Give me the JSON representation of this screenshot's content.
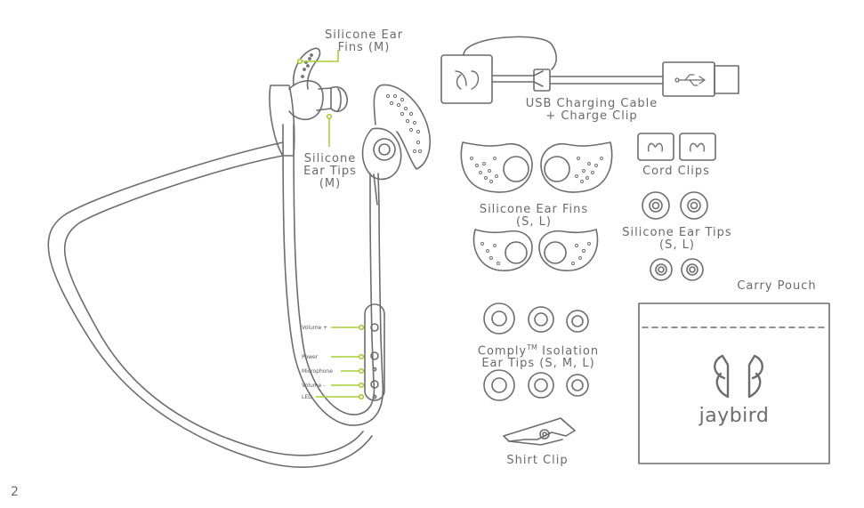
{
  "labels": {
    "fins_m_line1": "Silicone Ear",
    "fins_m_line2": "Fins (M)",
    "tips_m_line1": "Silicone",
    "tips_m_line2": "Ear Tips",
    "tips_m_line3": "(M)",
    "usb_line1": "USB Charging Cable",
    "usb_line2": "+ Charge Clip",
    "cord_clips": "Cord Clips",
    "fins_sl_line1": "Silicone Ear Fins",
    "fins_sl_line2": "(S, L)",
    "tips_sl_line1": "Silicone Ear Tips",
    "tips_sl_line2": "(S, L)",
    "carry_pouch": "Carry Pouch",
    "comply_prefix": "Comply",
    "comply_tm": "TM",
    "comply_suffix": " Isolation",
    "comply_line2": "Ear Tips (S, M, L)",
    "shirt_clip": "Shirt Clip"
  },
  "controls": {
    "volume_up": "Volume +",
    "power": "Power",
    "microphone": "Microphone",
    "volume_down": "Volume -",
    "led": "LED"
  },
  "brand": "jaybird",
  "page_number": "2",
  "colors": {
    "line": "#6d6d6d",
    "accent": "#a6ce39"
  }
}
